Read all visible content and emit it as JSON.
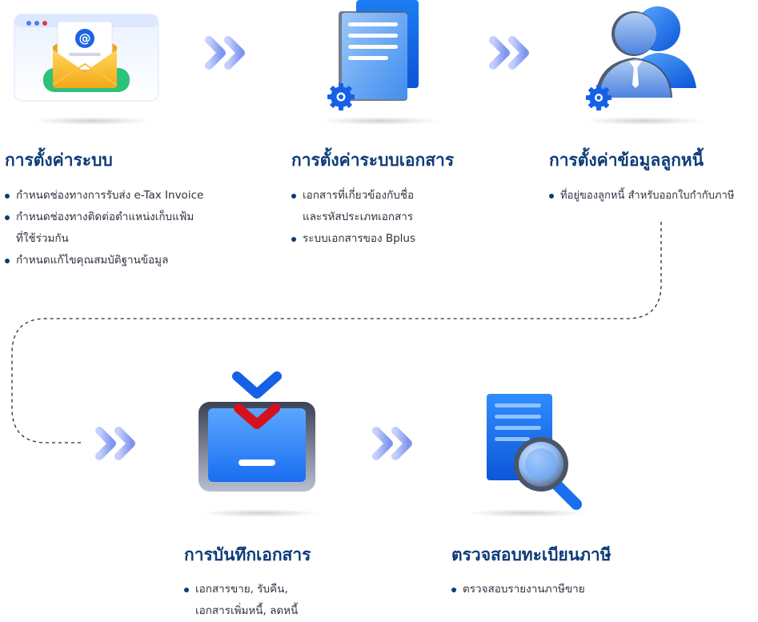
{
  "steps": [
    {
      "title": "การตั้งค่าระบบ",
      "items": [
        "กำหนดช่องทางการรับส่ง e-Tax Invoice",
        "กำหนดช่องทางติดต่อตำแหน่งเก็บแฟ้ม",
        "ที่ใช้ร่วมกัน",
        "กำหนดแก้ไขคุณสมบัติฐานข้อมูล"
      ],
      "icon": "email-envelope-icon"
    },
    {
      "title": "การตั้งค่าระบบเอกสาร",
      "items": [
        "เอกสารที่เกี่ยวข้องกับชื่อ",
        "และรหัสประเภทเอกสาร",
        "ระบบเอกสารของ Bplus"
      ],
      "icon": "document-settings-icon"
    },
    {
      "title": "การตั้งค่าข้อมูลลูกหนี้",
      "items": [
        "ที่อยู่ของลูกหนี้ สำหรับออกใบกำกับภาษี"
      ],
      "icon": "user-settings-icon"
    },
    {
      "title": "การบันทึกเอกสาร",
      "items": [
        "เอกสารขาย, รับคืน,",
        "เอกสารเพิ่มหนี้, ลดหนี้"
      ],
      "icon": "save-download-icon"
    },
    {
      "title": "ตรวจสอบทะเบียนภาษี",
      "items": [
        "ตรวจสอบรายงานภาษีขาย"
      ],
      "icon": "search-document-icon"
    }
  ],
  "connectors": {
    "arrow_icon": "double-chevron-right-icon",
    "path_style": "dashed"
  },
  "colors": {
    "title": "#0d3b78",
    "text": "#2e3340",
    "primary_blue": "#1e6ff0",
    "light_blue": "#6fb4ff",
    "arrow": "#7f95f0",
    "accent_red": "#d4121e"
  }
}
